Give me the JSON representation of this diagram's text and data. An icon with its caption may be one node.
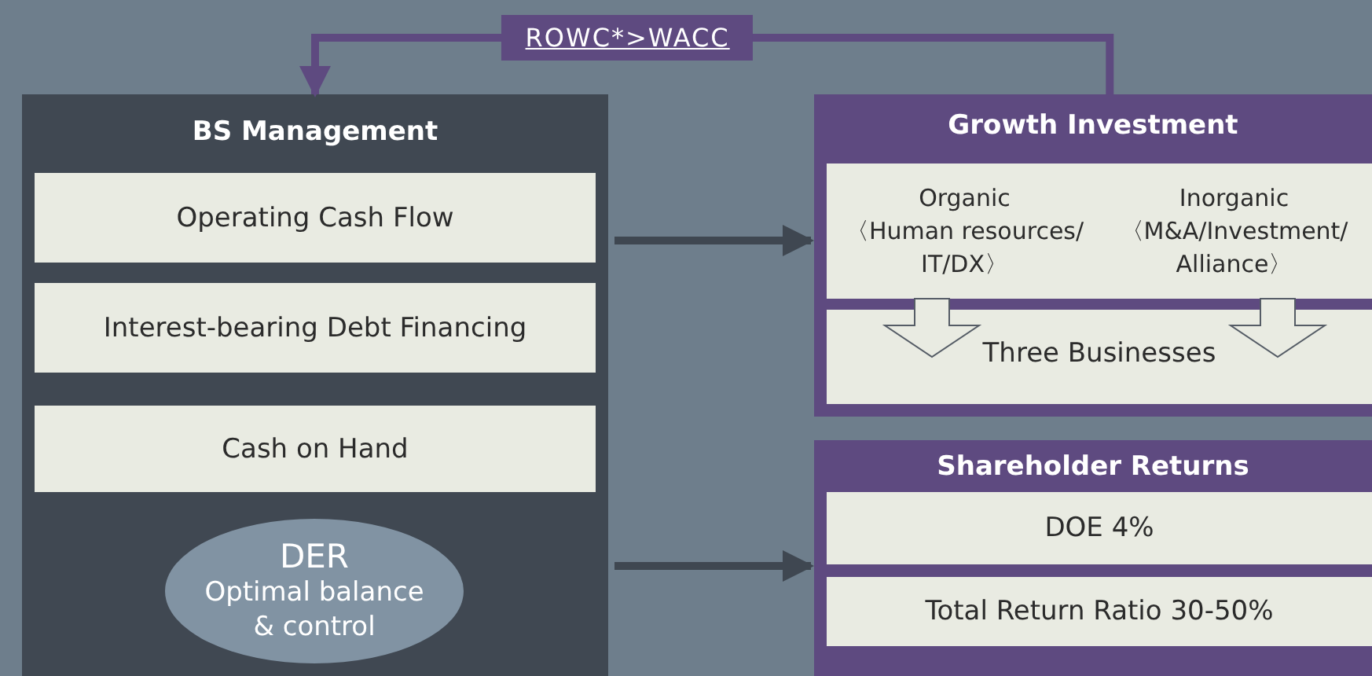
{
  "diagram": {
    "nodes": [
      {
        "text": [
          "BS Management"
        ]
      },
      {
        "text": [
          "Operating Cash Flow"
        ],
        "in": 0
      },
      {
        "text": [
          "Interest-bearing Debt Financing"
        ],
        "in": 0
      },
      {
        "text": [
          "Cash on Hand"
        ],
        "in": 0
      },
      {
        "text": [
          "DER",
          "Optimal balance & control"
        ],
        "in": 0
      },
      {
        "text": [
          "Growth Investment"
        ]
      },
      {
        "text": [
          "Organic",
          "〈Human resources/ IT/DX〉",
          "Inorganic",
          "〈M&A/Investment/ Alliance〉"
        ],
        "in": 5
      },
      {
        "text": [
          "Three Businesses"
        ],
        "in": 5
      },
      {
        "text": [
          "Shareholder Returns"
        ]
      },
      {
        "text": [
          "DOE 4%"
        ],
        "in": 8
      },
      {
        "text": [
          "Total Return Ratio 30-50%"
        ],
        "in": 8
      }
    ],
    "edges": [
      {
        "from": 5,
        "to": 0,
        "arrow": "to",
        "label": "ROWC*>WACC",
        "color": "#5e4a80"
      },
      {
        "from": 0,
        "to": 5,
        "arrow": "to"
      },
      {
        "from": 0,
        "to": 8,
        "arrow": "to"
      },
      {
        "from": 6,
        "to": 7,
        "arrow": "to"
      },
      {
        "from": 6,
        "to": 7,
        "arrow": "to"
      }
    ]
  }
}
